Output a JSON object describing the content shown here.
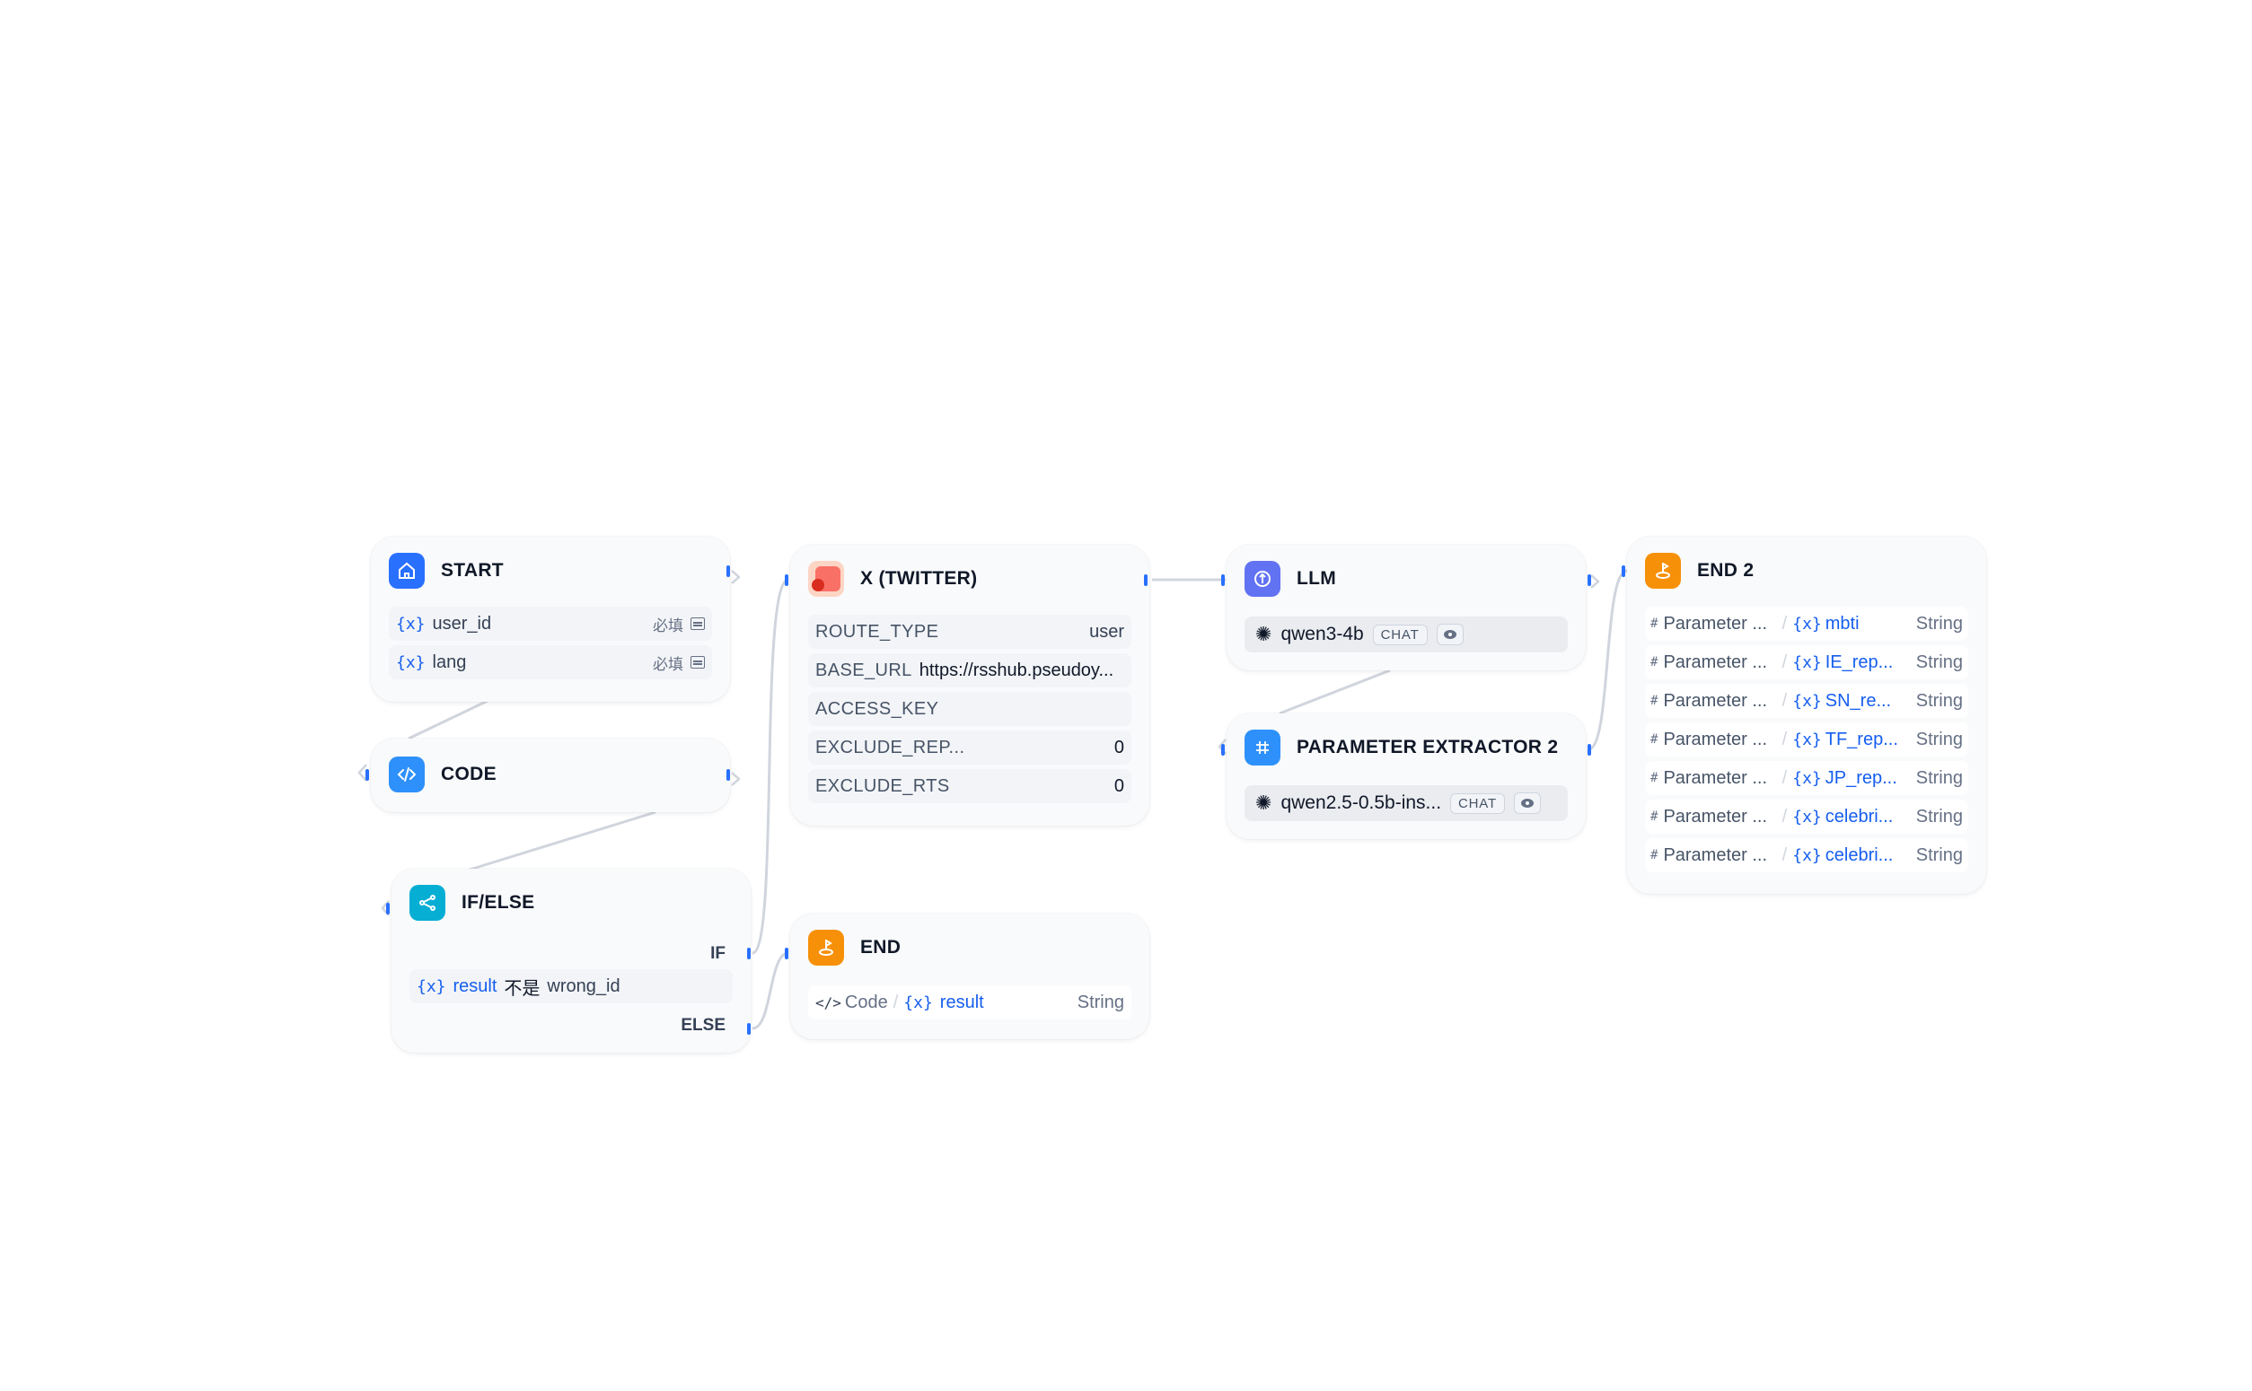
{
  "colors": {
    "start": "#2970ff",
    "code": "#2e90fa",
    "ifelse": "#06aed4",
    "end": "#f79009",
    "llm": "#6172f3",
    "extractor": "#2e90fa",
    "port": "#2970ff",
    "wire": "#d0d5dd"
  },
  "start": {
    "title": "START",
    "icon": "home-icon",
    "vars": [
      {
        "name": "user_id",
        "required": "必填"
      },
      {
        "name": "lang",
        "required": "必填"
      }
    ],
    "var_icon": "{x}"
  },
  "code": {
    "title": "CODE",
    "icon": "code-icon"
  },
  "ifelse": {
    "title": "IF/ELSE",
    "icon": "branch-icon",
    "if_label": "IF",
    "else_label": "ELSE",
    "condition": {
      "var": "result",
      "operator": "不是",
      "value": "wrong_id"
    }
  },
  "twitter": {
    "title": "X (TWITTER)",
    "icon": "twitter-tool-icon",
    "params": [
      {
        "key": "ROUTE_TYPE",
        "value": "user"
      },
      {
        "key": "BASE_URL",
        "value": "https://rsshub.pseudoy..."
      },
      {
        "key": "ACCESS_KEY",
        "value": ""
      },
      {
        "key": "EXCLUDE_REP...",
        "value": "0"
      },
      {
        "key": "EXCLUDE_RTS",
        "value": "0"
      }
    ]
  },
  "end": {
    "title": "END",
    "icon": "end-icon",
    "output": {
      "source": "Code",
      "var": "result",
      "type": "String"
    }
  },
  "llm": {
    "title": "LLM",
    "icon": "llm-icon",
    "model": "qwen3-4b",
    "mode": "CHAT"
  },
  "extractor": {
    "title": "PARAMETER EXTRACTOR 2",
    "icon": "extractor-icon",
    "model": "qwen2.5-0.5b-ins...",
    "mode": "CHAT"
  },
  "end2": {
    "title": "END 2",
    "icon": "end-icon",
    "outputs": [
      {
        "source": "Parameter ...",
        "var": "mbti",
        "type": "String"
      },
      {
        "source": "Parameter ...",
        "var": "IE_rep...",
        "type": "String"
      },
      {
        "source": "Parameter ...",
        "var": "SN_re...",
        "type": "String"
      },
      {
        "source": "Parameter ...",
        "var": "TF_rep...",
        "type": "String"
      },
      {
        "source": "Parameter ...",
        "var": "JP_rep...",
        "type": "String"
      },
      {
        "source": "Parameter ...",
        "var": "celebri...",
        "type": "String"
      },
      {
        "source": "Parameter ...",
        "var": "celebri...",
        "type": "String"
      }
    ]
  }
}
